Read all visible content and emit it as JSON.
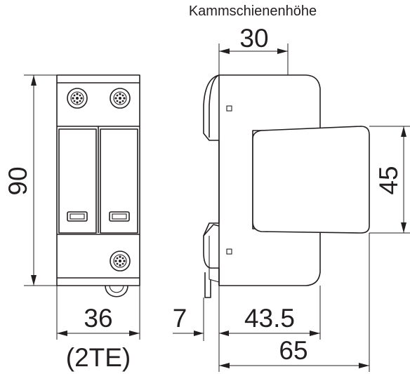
{
  "diagram": {
    "title_label": "Kammschienenhöhe",
    "dimensions": {
      "height": "90",
      "width_front": "36",
      "module_units": "(2TE)",
      "comb_busbar_height": "30",
      "cover_height": "45",
      "rail_offset": "7",
      "body_depth": "43.5",
      "total_depth": "65"
    }
  }
}
